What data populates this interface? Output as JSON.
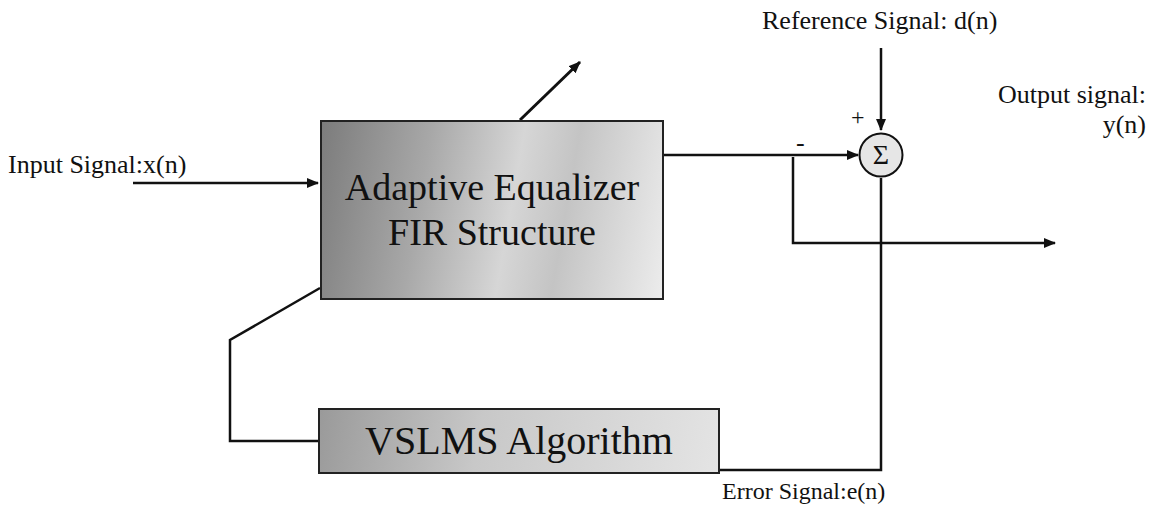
{
  "diagram": {
    "nodes": [
      {
        "text": [
          "Adaptive Equalizer FIR Structure"
        ]
      },
      {
        "text": [
          "Σ"
        ]
      },
      {
        "text": [
          "VSLMS Algorithm"
        ]
      }
    ],
    "edges": [
      {
        "from": 0,
        "to": 1,
        "arrow": "to"
      },
      {
        "from": 1,
        "to": 2,
        "arrow": "none"
      },
      {
        "from": 2,
        "to": 0,
        "arrow": "none"
      }
    ],
    "labels": [
      "Reference Signal: d(n)",
      "Input Signal:x(n)",
      "+",
      "-",
      "Output signal: y(n)",
      "Error Signal:e(n)"
    ]
  }
}
